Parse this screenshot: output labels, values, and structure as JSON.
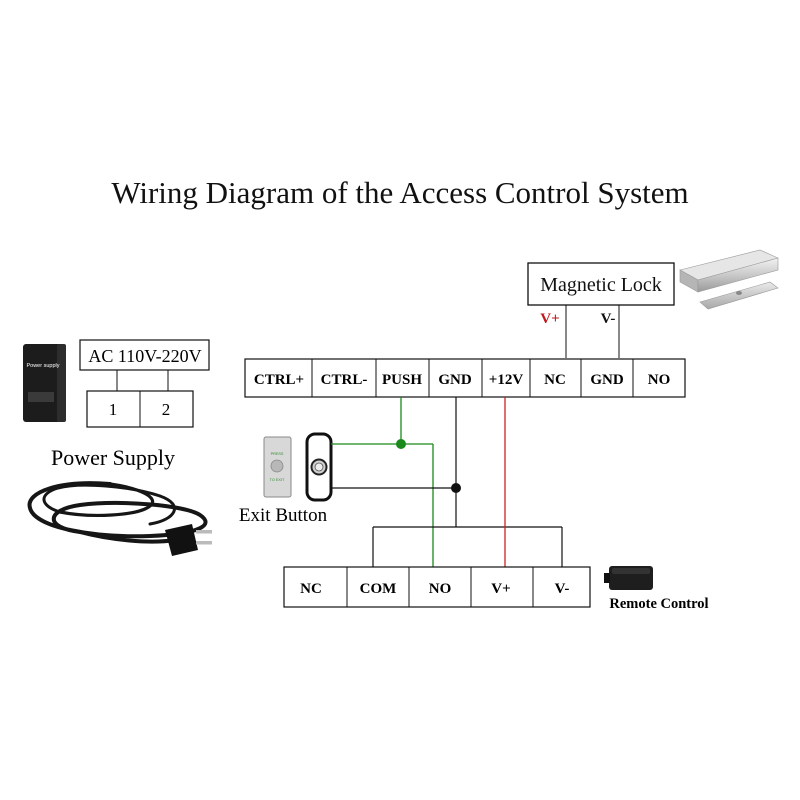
{
  "title": "Wiring Diagram of the Access Control System",
  "magnetic_lock": {
    "label": "Magnetic Lock",
    "v_plus": "V+",
    "v_minus": "V-"
  },
  "power_supply": {
    "device_text": "Power supply",
    "ac_label": "AC 110V-220V",
    "terminals": [
      "1",
      "2"
    ],
    "label": "Power Supply"
  },
  "exit_button": {
    "label": "Exit Button",
    "panel_top_text": "PRESS",
    "panel_bottom_text": "TO EXIT"
  },
  "controller": {
    "terminals": [
      "CTRL+",
      "CTRL-",
      "PUSH",
      "GND",
      "+12V",
      "NC",
      "GND",
      "NO"
    ]
  },
  "receiver": {
    "terminals": [
      "NC",
      "COM",
      "NO",
      "V+",
      "V-"
    ],
    "label": "Remote Control"
  },
  "colors": {
    "wire_black": "#111111",
    "wire_green": "#1a8a1a",
    "wire_red": "#cc2222",
    "v_plus_label": "#c0181c"
  }
}
